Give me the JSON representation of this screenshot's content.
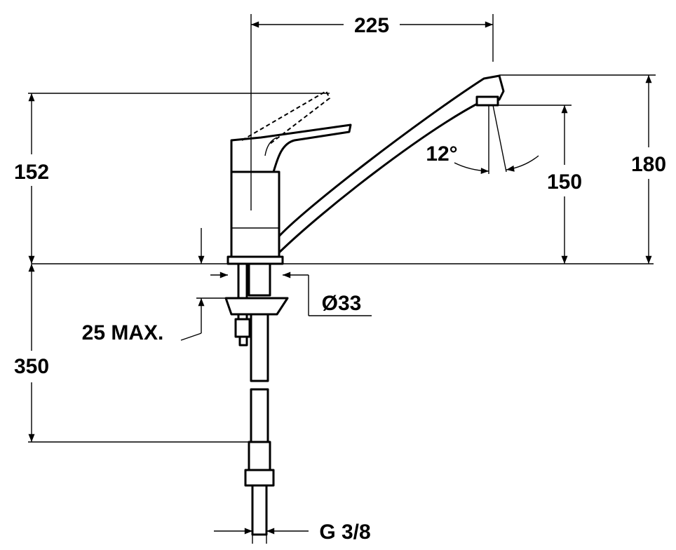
{
  "drawing": {
    "dimensions": {
      "spout_reach": "225",
      "lever_height": "152",
      "total_height": "180",
      "spout_height": "150",
      "spout_angle": "12°",
      "hole_diameter": "Ø33",
      "max_counter_thickness": "25 MAX.",
      "hose_length": "350",
      "connection_thread": "G 3/8"
    }
  }
}
